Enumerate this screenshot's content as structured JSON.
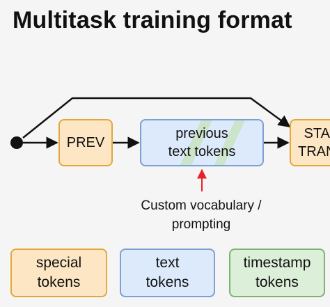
{
  "title": "Multitask training format",
  "diagram": {
    "prev_box": "PREV",
    "previous_text_box": [
      "previous",
      "text tokens"
    ],
    "start_box": [
      "STA",
      "TRAN"
    ],
    "annotation": [
      "Custom vocabulary /",
      "prompting"
    ]
  },
  "legend": {
    "special": [
      "special",
      "tokens"
    ],
    "text": [
      "text",
      "tokens"
    ],
    "timestamp": [
      "timestamp",
      "tokens"
    ]
  },
  "colors": {
    "orange_fill": "#fde6c4",
    "orange_border": "#e5a73d",
    "blue_fill": "#dceafc",
    "blue_border": "#7e9fd4",
    "green_fill": "#dcefd8",
    "green_border": "#7fb271",
    "annotation_arrow": "#e8202a"
  }
}
